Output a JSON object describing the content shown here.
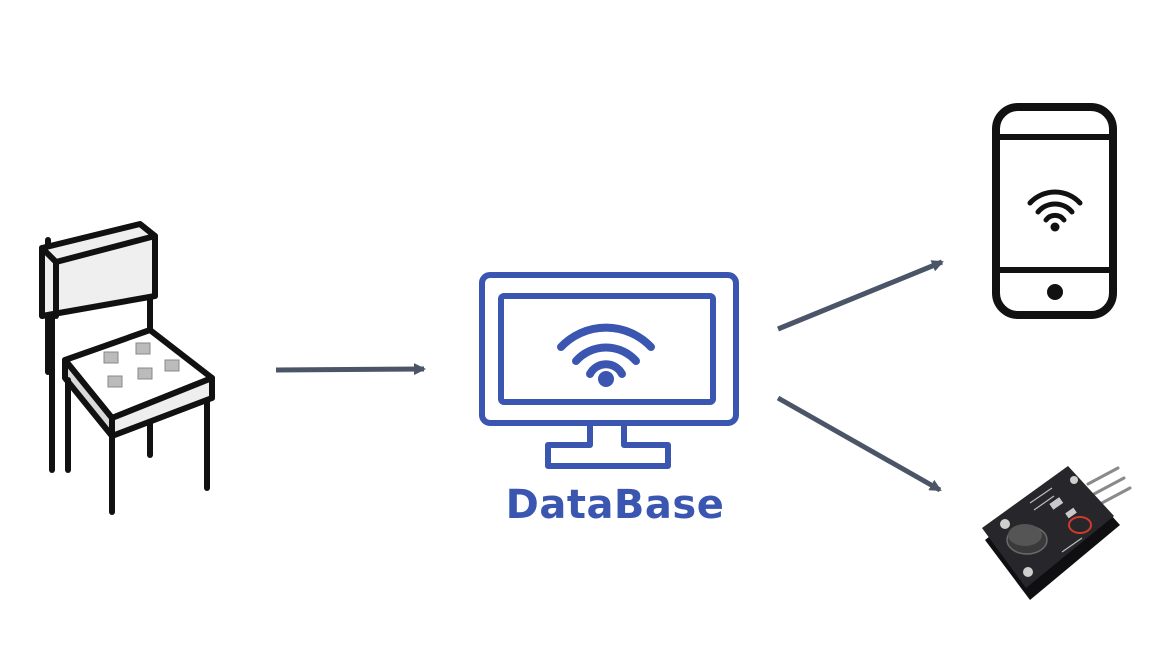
{
  "diagram": {
    "nodes": [
      {
        "id": "chair",
        "icon": "chair-icon",
        "label": ""
      },
      {
        "id": "database",
        "icon": "monitor-wifi-icon",
        "label": "DataBase"
      },
      {
        "id": "phone",
        "icon": "smartphone-wifi-icon",
        "label": ""
      },
      {
        "id": "vibration-module",
        "icon": "vibration-motor-module-icon",
        "label": ""
      }
    ],
    "edges": [
      {
        "from": "chair",
        "to": "database"
      },
      {
        "from": "database",
        "to": "phone"
      },
      {
        "from": "database",
        "to": "vibration-module"
      }
    ],
    "colors": {
      "database_blue": "#3a56b0",
      "arrow": "#4a5568",
      "icon_stroke": "#111111"
    }
  }
}
